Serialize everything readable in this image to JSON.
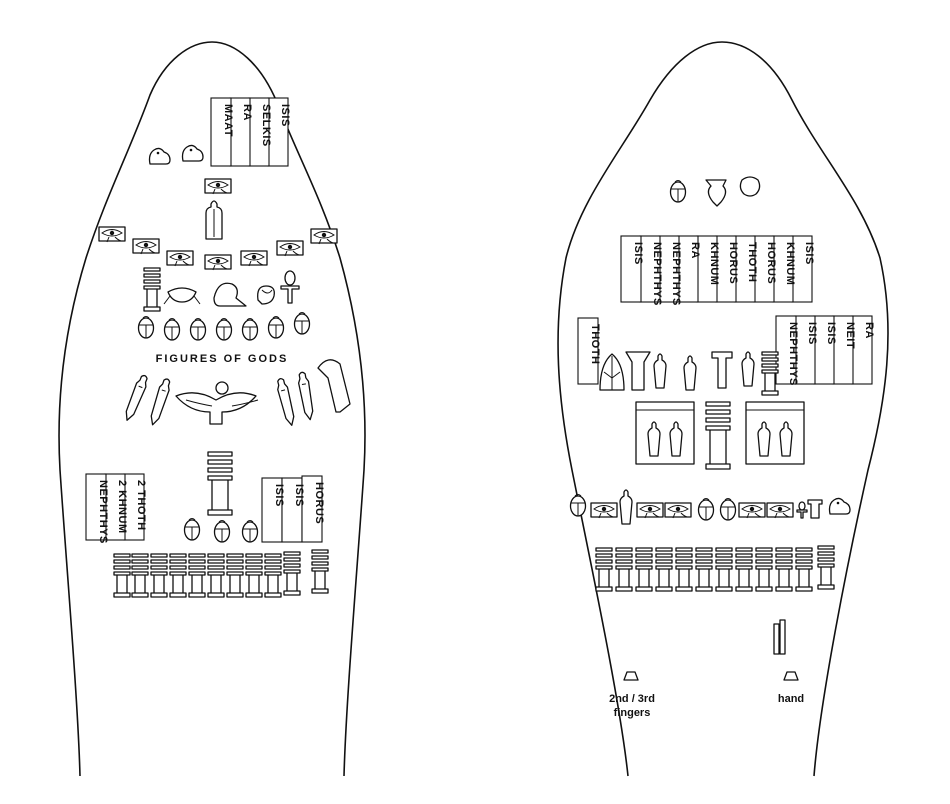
{
  "left_mummy": {
    "top_labels": [
      "ISIS",
      "SELKIS",
      "RA",
      "MAAT"
    ],
    "figures_caption": "FIGURES OF GODS",
    "side_labels_left": [
      "2 THOTH",
      "2 KHNUM",
      "NEPHTHYS"
    ],
    "side_labels_right": [
      "ISIS",
      "ISIS",
      "HORUS"
    ]
  },
  "right_mummy": {
    "top_labels": [
      "ISIS",
      "KHNUM",
      "HORUS",
      "THOTH",
      "HORUS",
      "KHNUM",
      "RA",
      "NEPHTHYS",
      "NEPHTHYS",
      "ISIS"
    ],
    "thoth_label": "THOTH",
    "right_labels": [
      "RA",
      "NEIT",
      "ISIS",
      "ISIS",
      "NEPHTHYS"
    ],
    "caption_fingers_line1": "2nd / 3rd",
    "caption_fingers_line2": "fingers",
    "caption_hand": "hand"
  }
}
